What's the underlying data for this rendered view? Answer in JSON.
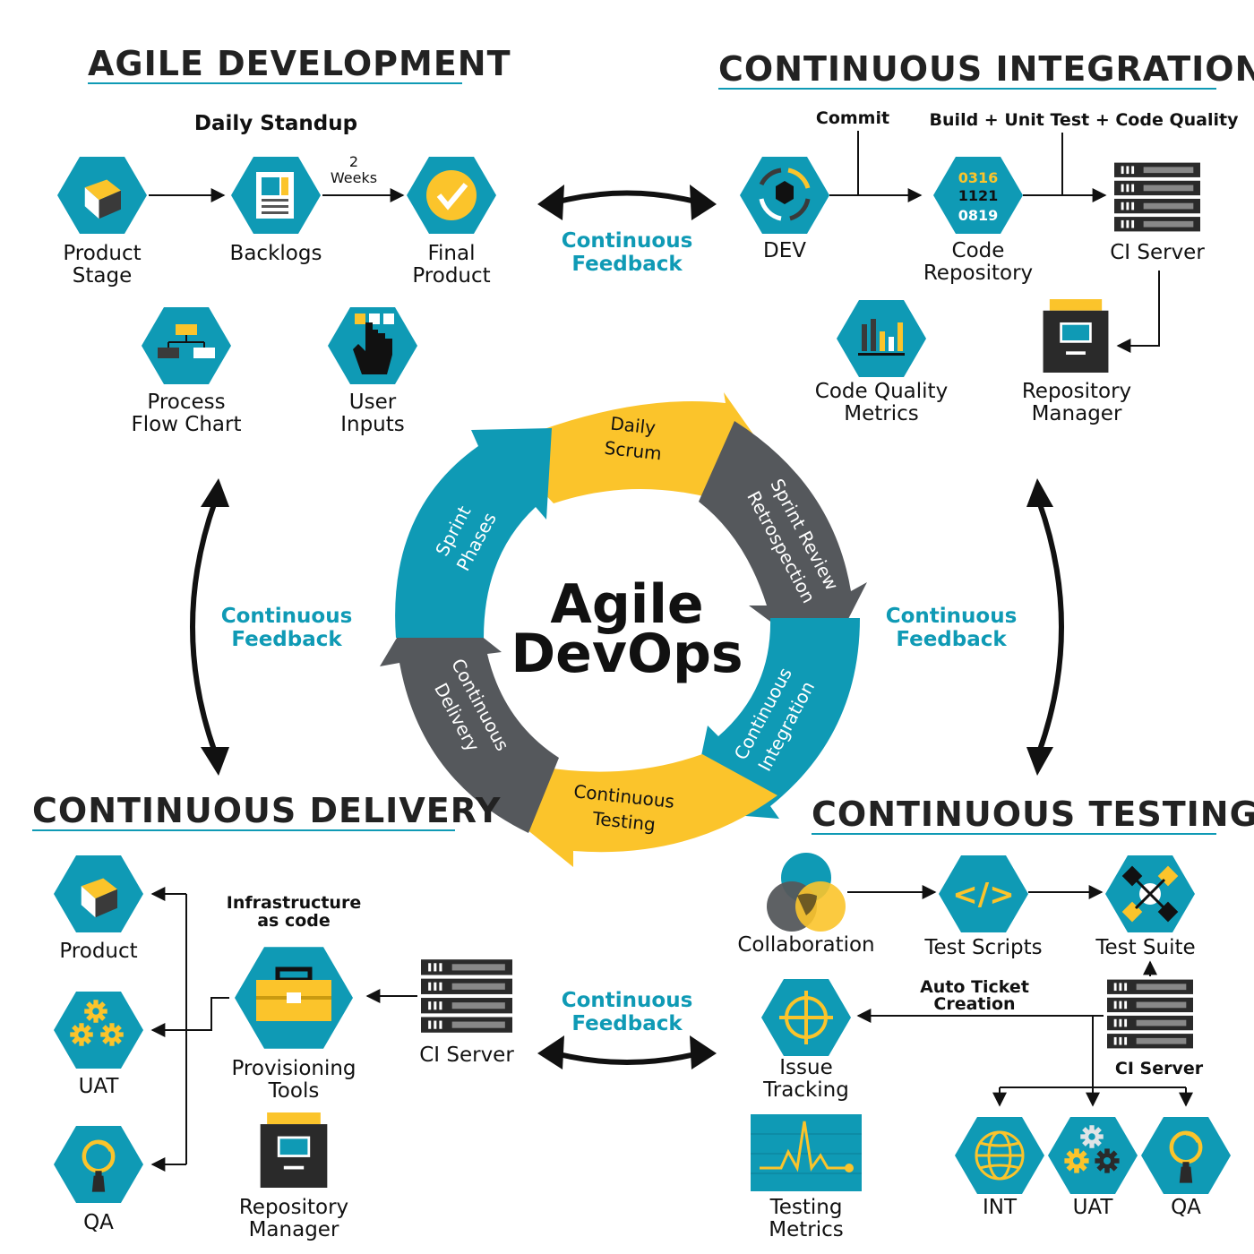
{
  "center": {
    "line1": "Agile",
    "line2": "DevOps"
  },
  "colors": {
    "teal": "#0f9ab5",
    "yellow": "#fbc42b",
    "gray": "#55585c",
    "dark": "#2a2a2a"
  },
  "ring": {
    "daily_scrum": [
      "Daily",
      "Scrum"
    ],
    "sprint_review": [
      "Sprint Review",
      "Retrospection"
    ],
    "continuous_integration": [
      "Continuous",
      "Integration"
    ],
    "continuous_testing": [
      "Continuous",
      "Testing"
    ],
    "continuous_delivery": [
      "Continuous",
      "Delivery"
    ],
    "sprint_phases": [
      "Sprint",
      "Phases"
    ]
  },
  "feedback": {
    "top": [
      "Continuous",
      "Feedback"
    ],
    "left": [
      "Continuous",
      "Feedback"
    ],
    "right": [
      "Continuous",
      "Feedback"
    ],
    "bottom": [
      "Continuous",
      "Feedback"
    ]
  },
  "agile": {
    "title": "AGILE DEVELOPMENT",
    "standup": "Daily Standup",
    "cycle": [
      "2",
      "Weeks"
    ],
    "product_stage": [
      "Product",
      "Stage"
    ],
    "backlogs": "Backlogs",
    "final_product": [
      "Final",
      "Product"
    ],
    "process_flow": [
      "Process",
      "Flow Chart"
    ],
    "user_inputs": [
      "User",
      "Inputs"
    ]
  },
  "ci": {
    "title": "CONTINUOUS INTEGRATION",
    "commit": "Commit",
    "build": "Build + Unit Test + Code Quality",
    "dev": "DEV",
    "repo_digits": [
      "0316",
      "1121",
      "0819"
    ],
    "code_repo": [
      "Code",
      "Repository"
    ],
    "ci_server": "CI Server",
    "quality_metrics": [
      "Code Quality",
      "Metrics"
    ],
    "repo_manager": [
      "Repository",
      "Manager"
    ]
  },
  "cd": {
    "title": "CONTINUOUS DELIVERY",
    "product": "Product",
    "uat": "UAT",
    "qa": "QA",
    "infra": [
      "Infrastructure",
      "as code"
    ],
    "provisioning": [
      "Provisioning",
      "Tools"
    ],
    "ci_server": "CI Server",
    "repo_manager": [
      "Repository",
      "Manager"
    ]
  },
  "ct": {
    "title": "CONTINUOUS TESTING",
    "collaboration": "Collaboration",
    "test_scripts": "Test Scripts",
    "script_glyph": "</>",
    "test_suite": "Test Suite",
    "auto_ticket": [
      "Auto Ticket",
      "Creation"
    ],
    "issue_tracking": [
      "Issue",
      "Tracking"
    ],
    "ci_server": "CI Server",
    "testing_metrics": [
      "Testing",
      "Metrics"
    ],
    "int": "INT",
    "uat": "UAT",
    "qa": "QA"
  }
}
